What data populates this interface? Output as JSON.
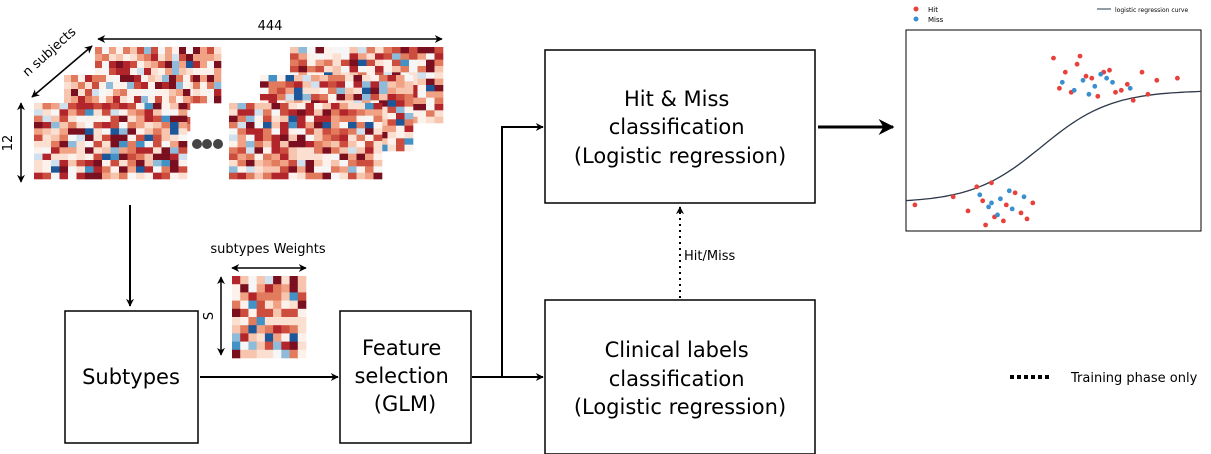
{
  "labels": {
    "dim_444": "444",
    "dim_n_subjects": "n subjects",
    "dim_12": "12",
    "subtypes_weights": "subtypes Weights",
    "dim_s": "S",
    "hit_miss_signal": "Hit/Miss",
    "training_phase": "Training phase only"
  },
  "boxes": {
    "subtypes": [
      "Subtypes"
    ],
    "feature_selection": [
      "Feature",
      "selection",
      "(GLM)"
    ],
    "hit_miss": [
      "Hit & Miss",
      "classification",
      "(Logistic regression)"
    ],
    "clinical": [
      "Clinical labels",
      "classification",
      "(Logistic regression)"
    ]
  },
  "heatmap_colors": [
    "#fdf1ec",
    "#fbe0d2",
    "#f7c4ad",
    "#f2a284",
    "#e27a5e",
    "#cc4c3e",
    "#b2252b",
    "#7a0f1f",
    "#cfe0ee",
    "#8fbbdb",
    "#4392c6",
    "#1b5799",
    "#f6f6f6"
  ],
  "inset_chart": {
    "legend": {
      "hit": "Hit",
      "miss": "Miss",
      "curve": "logistic regression curve"
    },
    "colors": {
      "hit": "#e8413c",
      "miss": "#3a8fd0",
      "curve": "#2d3848"
    }
  },
  "chart_data": {
    "type": "scatter",
    "title": "",
    "xlabel": "",
    "ylabel": "",
    "xlim": [
      0,
      10
    ],
    "ylim": [
      0,
      10
    ],
    "grid": false,
    "legend_placement": "top",
    "series": [
      {
        "name": "Hit",
        "x": [
          5.0,
          5.4,
          5.8,
          6.3,
          6.9,
          7.5,
          8.0,
          8.5,
          9.2,
          5.2,
          5.6,
          6.1,
          6.5,
          7.1,
          7.7,
          8.2,
          5.9,
          6.7,
          7.3,
          0.3,
          1.6,
          2.1,
          2.6,
          3.0,
          3.4,
          3.9,
          4.3,
          2.4,
          2.9,
          3.7,
          4.1,
          2.7,
          3.3
        ],
        "y": [
          8.6,
          7.9,
          8.3,
          7.6,
          8.0,
          7.3,
          7.9,
          7.5,
          7.6,
          7.1,
          6.9,
          7.7,
          6.7,
          6.9,
          6.5,
          6.8,
          8.7,
          7.9,
          7.0,
          1.3,
          1.7,
          1.0,
          1.5,
          0.7,
          1.3,
          0.9,
          1.4,
          2.2,
          2.4,
          1.9,
          0.6,
          0.3,
          0.5
        ]
      },
      {
        "name": "Miss",
        "x": [
          5.3,
          5.7,
          6.0,
          6.4,
          6.6,
          7.0,
          7.6,
          6.2,
          6.8,
          2.5,
          2.8,
          3.2,
          3.6,
          4.0,
          3.1,
          3.5,
          2.9
        ],
        "y": [
          7.4,
          7.0,
          7.5,
          7.2,
          7.8,
          7.4,
          7.1,
          6.8,
          7.6,
          1.8,
          1.2,
          1.6,
          1.1,
          1.7,
          0.8,
          2.0,
          1.4
        ]
      },
      {
        "name": "logistic regression curve",
        "x": [
          0,
          10
        ],
        "y": [
          1.4,
          7.0
        ]
      }
    ]
  }
}
